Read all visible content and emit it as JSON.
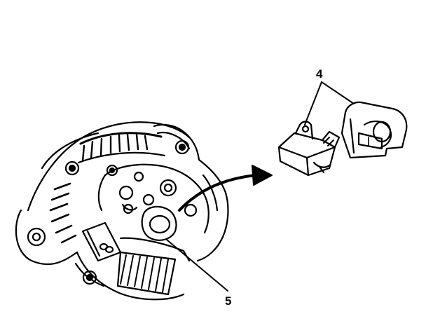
{
  "diagram": {
    "callouts": [
      {
        "id": "4",
        "text": "4"
      },
      {
        "id": "5",
        "text": "5"
      }
    ],
    "colors": {
      "ink": "#000000",
      "paper": "#ffffff",
      "shade": "#777777"
    }
  }
}
